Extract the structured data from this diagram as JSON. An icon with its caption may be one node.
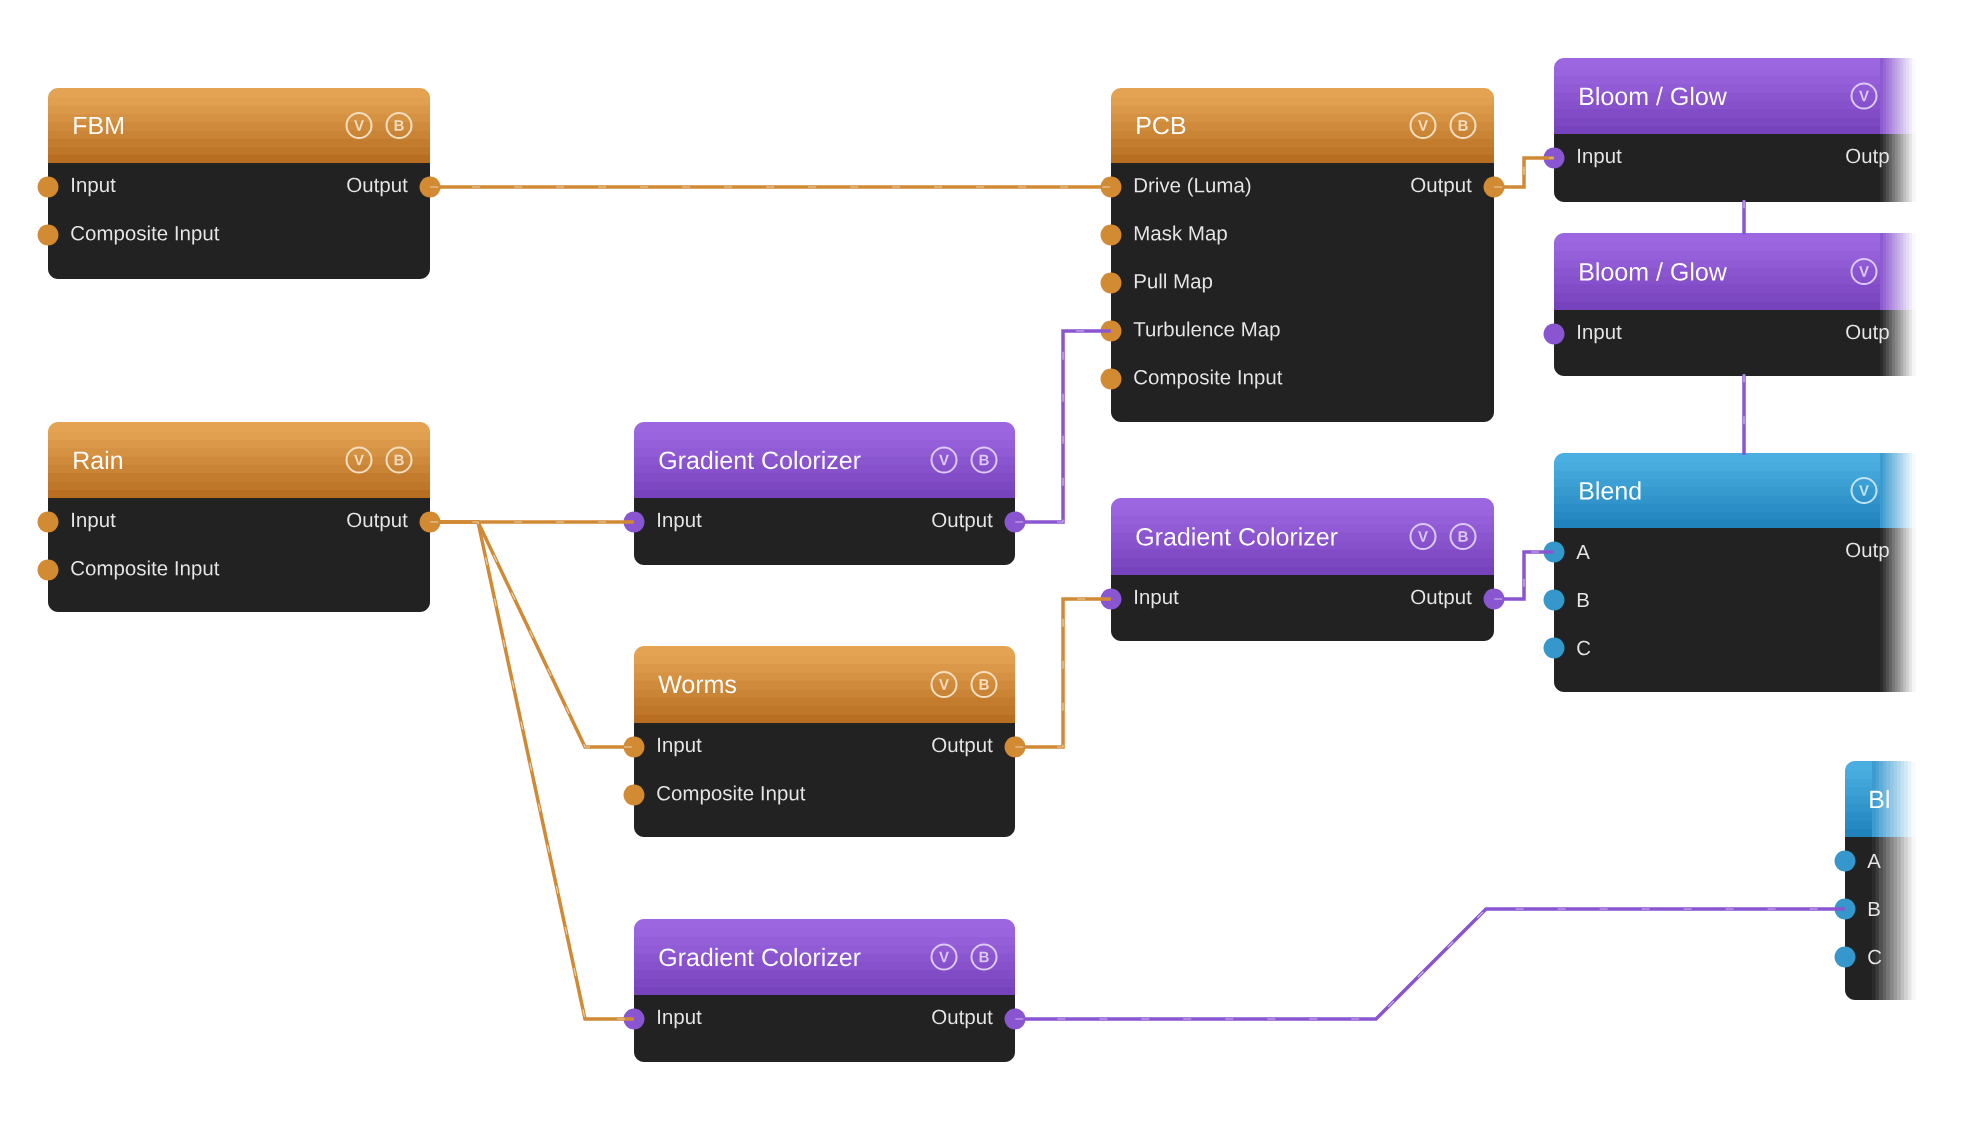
{
  "diagram": {
    "nodes": [
      {
        "text": [
          "FBM",
          "V",
          "B",
          "Input",
          "Output",
          "Composite Input"
        ]
      },
      {
        "text": [
          "PCB",
          "V",
          "B",
          "Drive (Luma)",
          "Output",
          "Mask Map",
          "Pull Map",
          "Turbulence Map",
          "Composite Input"
        ]
      },
      {
        "text": [
          "Bloom / Glow",
          "V",
          "Input",
          "Outp"
        ]
      },
      {
        "text": [
          "Bloom / Glow",
          "V",
          "Input",
          "Outp"
        ]
      },
      {
        "text": [
          "Rain",
          "V",
          "B",
          "Input",
          "Output",
          "Composite Input"
        ]
      },
      {
        "text": [
          "Gradient Colorizer",
          "V",
          "B",
          "Input",
          "Output"
        ]
      },
      {
        "text": [
          "Blend",
          "V",
          "A",
          "Outp",
          "B",
          "C"
        ]
      },
      {
        "text": [
          "Gradient Colorizer",
          "V",
          "B",
          "Input",
          "Output"
        ]
      },
      {
        "text": [
          "Worms",
          "V",
          "B",
          "Input",
          "Output",
          "Composite Input"
        ]
      },
      {
        "text": [
          "Bl",
          "A",
          "B",
          "C"
        ]
      },
      {
        "text": [
          "Gradient Colorizer",
          "V",
          "B",
          "Input",
          "Output"
        ]
      }
    ],
    "edges": [
      {
        "from": 0,
        "to": 1,
        "arrow": "none"
      },
      {
        "from": 1,
        "to": 2,
        "arrow": "none"
      },
      {
        "from": 2,
        "to": 3,
        "arrow": "none",
        "color": "#8a55d0"
      },
      {
        "from": 3,
        "to": 6,
        "arrow": "none",
        "color": "#8a55d0"
      },
      {
        "from": 4,
        "to": 5,
        "arrow": "none"
      },
      {
        "from": 4,
        "to": 8,
        "arrow": "none"
      },
      {
        "from": 4,
        "to": 10,
        "arrow": "none"
      },
      {
        "from": 5,
        "to": 1,
        "arrow": "none",
        "color": "#8a55d0"
      },
      {
        "from": 8,
        "to": 7,
        "arrow": "none"
      },
      {
        "from": 7,
        "to": 6,
        "arrow": "none",
        "color": "#8a55d0"
      },
      {
        "from": 10,
        "to": 9,
        "arrow": "none",
        "color": "#8a55d0"
      }
    ]
  }
}
